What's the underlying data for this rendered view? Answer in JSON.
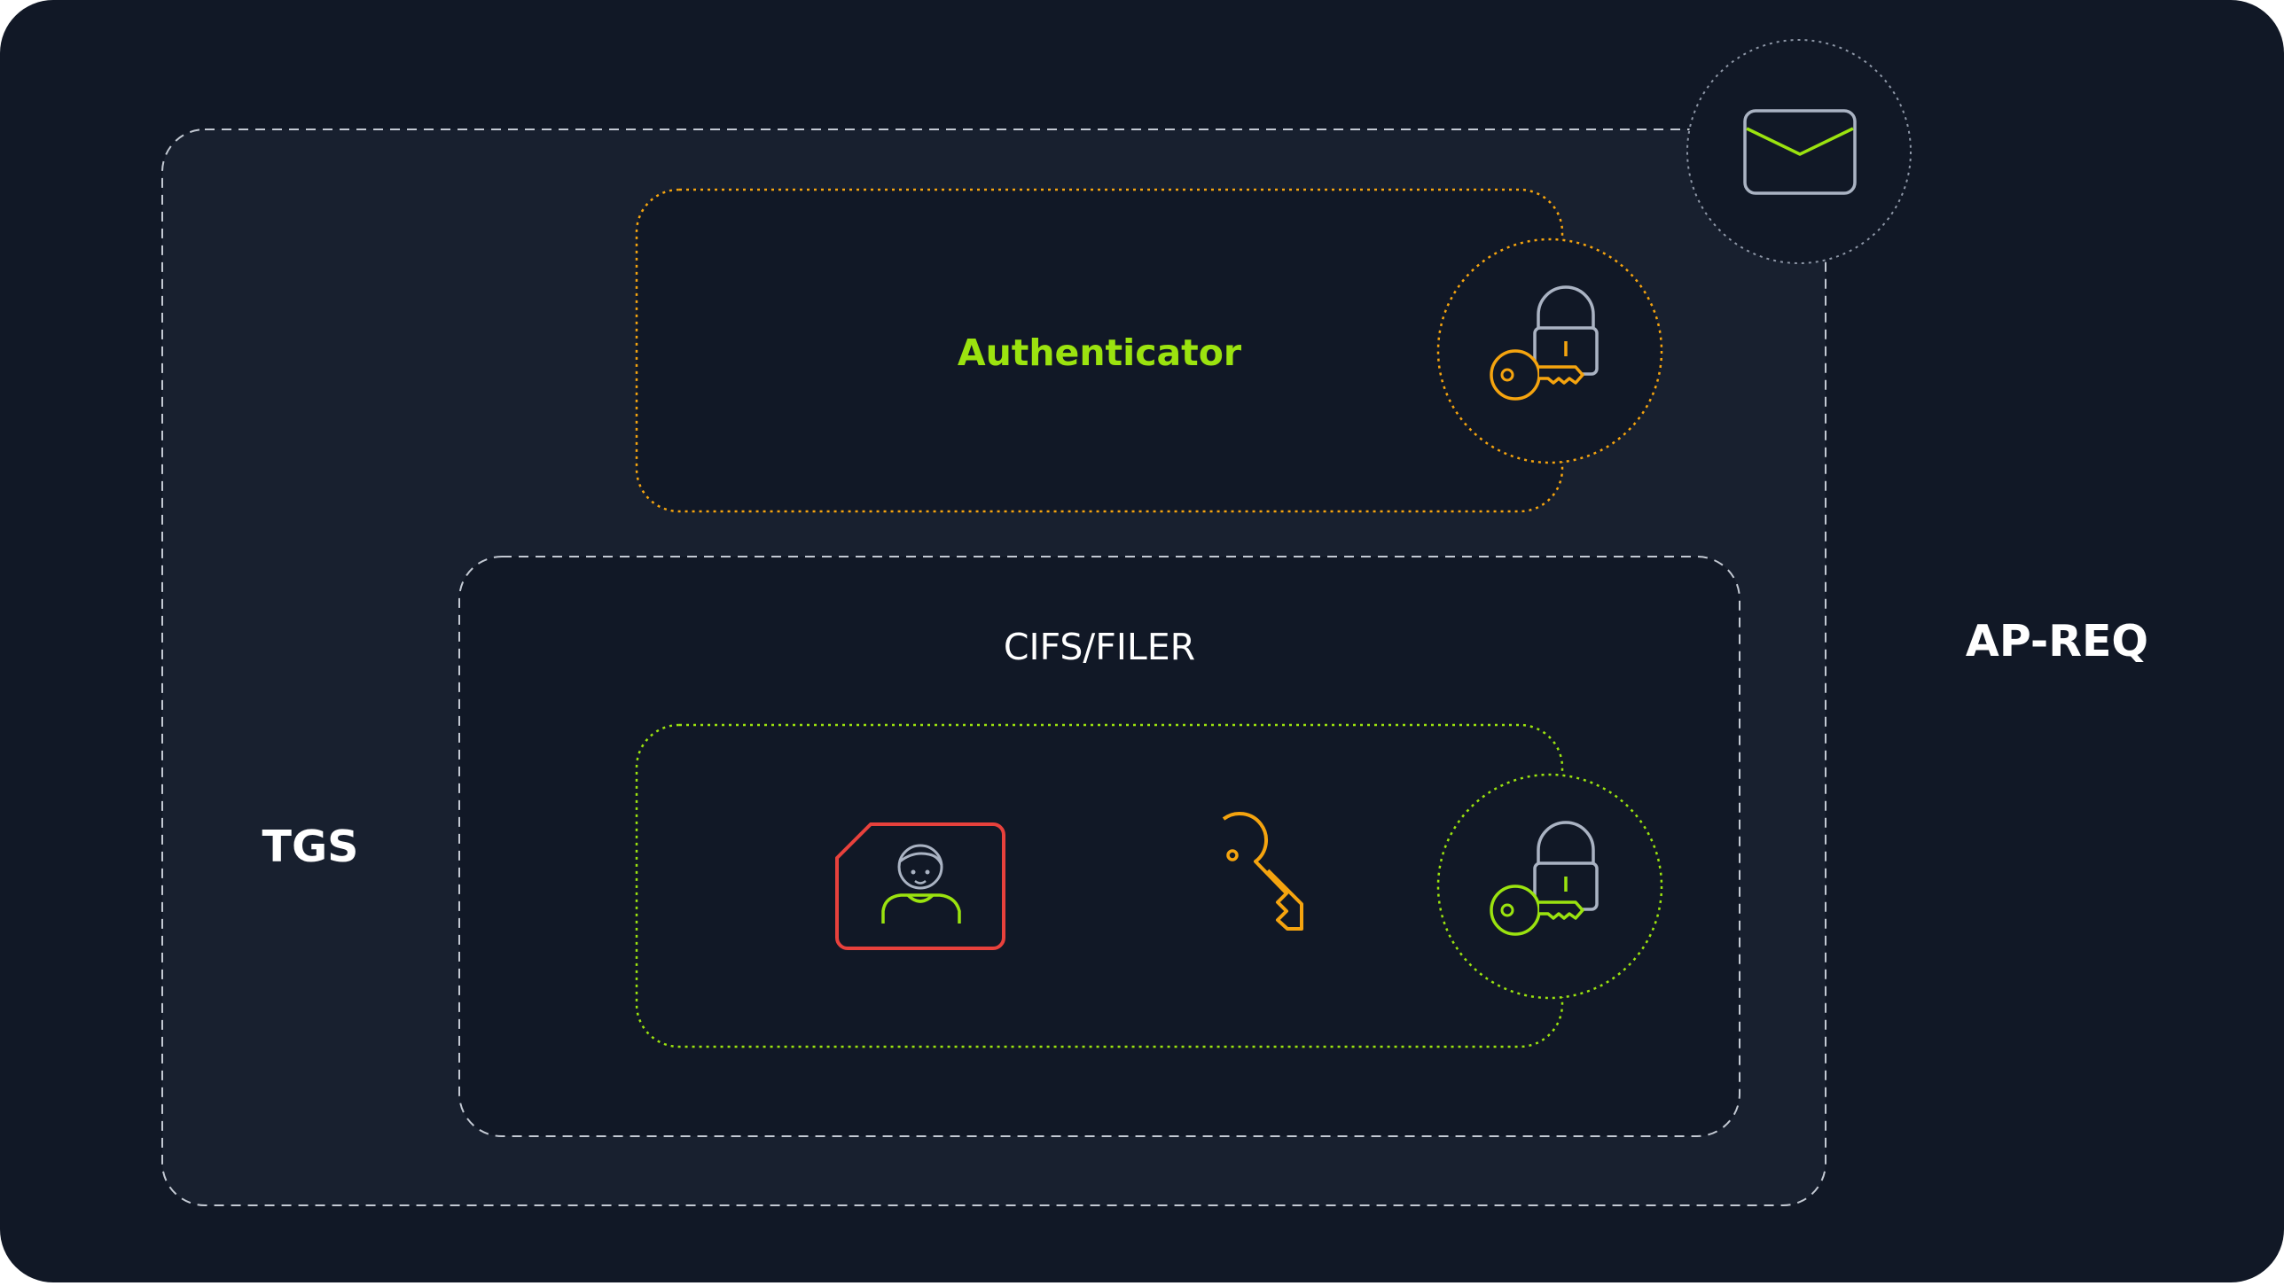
{
  "labels": {
    "outer": "AP-REQ",
    "tgs": "TGS",
    "authenticator": "Authenticator",
    "service": "CIFS/FILER"
  },
  "colors": {
    "background": "#111826",
    "panel": "#18202f",
    "inner_box": "#111826",
    "white": "#ffffff",
    "lime": "#9be30f",
    "orange": "#f5a40f",
    "red": "#e8413c",
    "gray_line": "#8d96a6",
    "lock_gray": "#aab3c3"
  },
  "icons": [
    "envelope-icon",
    "key-lock-icon",
    "person-card-icon",
    "key-icon"
  ]
}
